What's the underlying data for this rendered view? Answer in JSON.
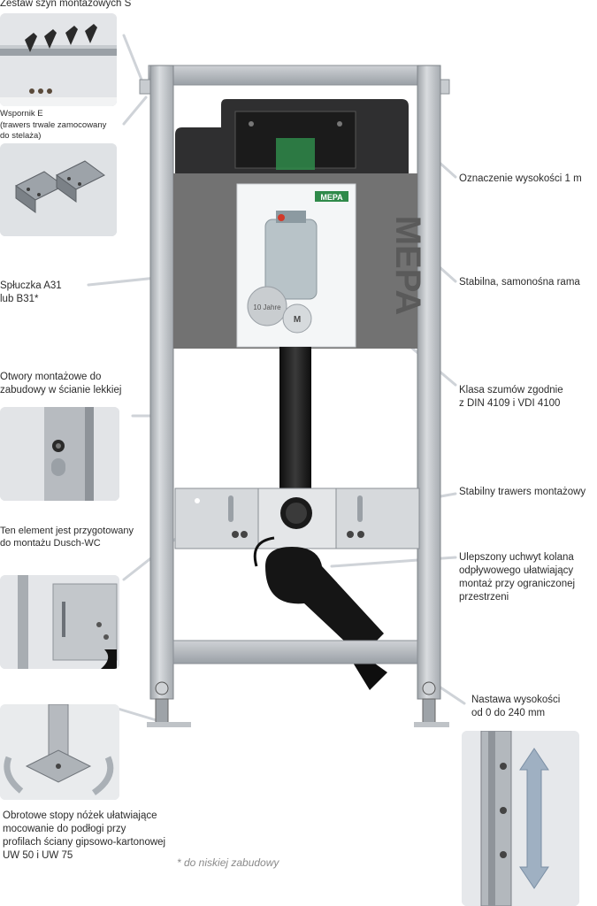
{
  "labels": {
    "rails_set": "Zestaw szyn montażowych S",
    "bracket_title": "Wspornik E",
    "bracket_sub1": "(trawers trwale zamocowany",
    "bracket_sub2": "do stelaża)",
    "cistern_1": "Spłuczka A31",
    "cistern_2": "lub B31*",
    "holes_1": "Otwory montażowe do",
    "holes_2": "zabudowy w ścianie lekkiej",
    "dusch_1": "Ten element jest przygotowany",
    "dusch_2": "do montażu Dusch-WC",
    "feet_1": "Obrotowe stopy nóżek ułatwiające",
    "feet_2": "mocowanie do podłogi przy",
    "feet_3": "profilach ściany gipsowo-kartonowej",
    "feet_4": "UW 50 i UW 75",
    "height_mark": "Oznaczenie wysokości 1 m",
    "frame": "Stabilna, samonośna rama",
    "noise_1": "Klasa szumów zgodnie",
    "noise_2": "z DIN 4109 i VDI 4100",
    "crossbar": "Stabilny trawers montażowy",
    "elbow_1": "Ulepszony uchwyt kolana",
    "elbow_2": "odpływowego ułatwiający",
    "elbow_3": "montaż przy ograniczonej",
    "elbow_4": "przestrzeni",
    "adjust_1": "Nastawa wysokości",
    "adjust_2": "od 0 do 240 mm"
  },
  "brand": "MEPA",
  "badge": "10 Jahre",
  "footnote": "*  do niskiej zabudowy",
  "colors": {
    "frame": "#b9bcc0",
    "cistern": "#6e6e6e",
    "pipe": "#1c1c1c",
    "accent_green": "#2f8a4a"
  }
}
